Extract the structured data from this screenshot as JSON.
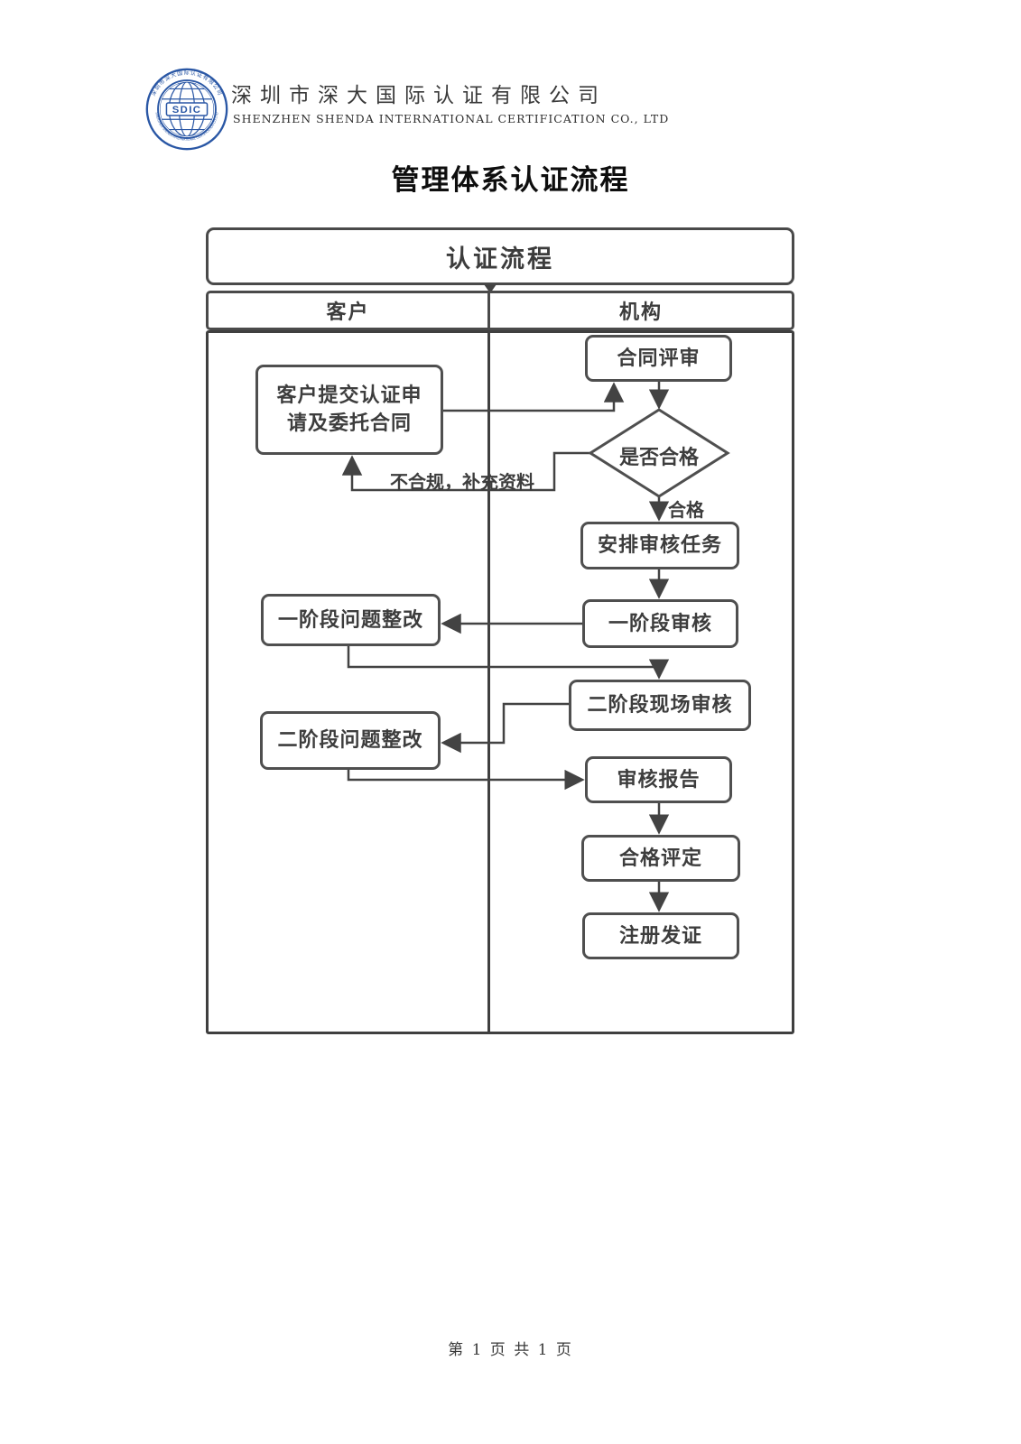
{
  "header": {
    "company_name_zh": "深圳市深大国际认证有限公司",
    "company_name_en": "SHENZHEN SHENDA INTERNATIONAL CERTIFICATION CO., LTD",
    "logo": {
      "acronym": "SDIC",
      "ring_top_text": "深圳市深大国际认证有限公司",
      "ring_bottom_text": "SHENZHEN SHENDA INTERNATIONAL CERTIFICATION CO.,LTD"
    }
  },
  "title": "管理体系认证流程",
  "flowchart": {
    "title": "认证流程",
    "columns": [
      {
        "label": "客户"
      },
      {
        "label": "机构"
      }
    ],
    "nodes": {
      "contract_review": "合同评审",
      "customer_submit": "客户提交认证申\n请及委托合同",
      "decision": "是否合格",
      "arrange_task": "安排审核任务",
      "stage1_audit": "一阶段审核",
      "stage1_rectify": "一阶段问题整改",
      "stage2_audit": "二阶段现场审核",
      "stage2_rectify": "二阶段问题整改",
      "audit_report": "审核报告",
      "conformity_assessment": "合格评定",
      "registration_certification": "注册发证"
    },
    "edge_labels": {
      "fail": "不合规，补充资料",
      "pass": "合格"
    },
    "colors": {
      "line": "#434343",
      "box_border": "#4f4f4f",
      "text": "#3d3d3d",
      "logo_blue": "#2a57a5"
    }
  },
  "footer": {
    "page_info": "第 1 页 共 1 页"
  }
}
